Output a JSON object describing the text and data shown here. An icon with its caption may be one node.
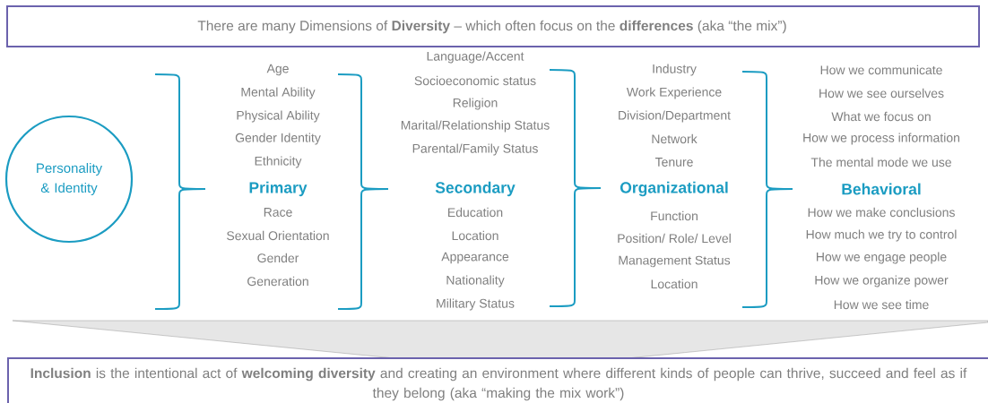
{
  "diagram": {
    "nodes": [
      {
        "text": [
          "There are many Dimensions of **Diversity** – which often focus on the **differences** (aka “the mix”)"
        ]
      },
      {
        "text": [
          "Personality & Identity"
        ]
      },
      {
        "text": [
          "**Inclusion** is the intentional act of **welcoming diversity** and creating an environment where different kinds of people can thrive, succeed and feel as if they belong (aka “making the mix work”)"
        ]
      }
    ],
    "labels": [
      "Age",
      "Mental Ability",
      "Physical Ability",
      "Gender Identity",
      "Ethnicity",
      "Primary",
      "Race",
      "Sexual Orientation",
      "Gender",
      "Generation",
      "Language/Accent",
      "Socioeconomic status",
      "Religion",
      "Marital/Relationship Status",
      "Parental/Family Status",
      "Secondary",
      "Education",
      "Location",
      "Appearance",
      "Nationality",
      "Military Status",
      "Industry",
      "Work Experience",
      "Division/Department",
      "Network",
      "Tenure",
      "Organizational",
      "Function",
      "Position/ Role/ Level",
      "Management Status",
      "Location",
      "How we communicate",
      "How we see ourselves",
      "What we focus on",
      "How we process information",
      "The mental mode we use",
      "Behavioral",
      "How we make conclusions",
      "How much we try to control",
      "How we engage people",
      "How we organize power",
      "How we see time"
    ]
  }
}
